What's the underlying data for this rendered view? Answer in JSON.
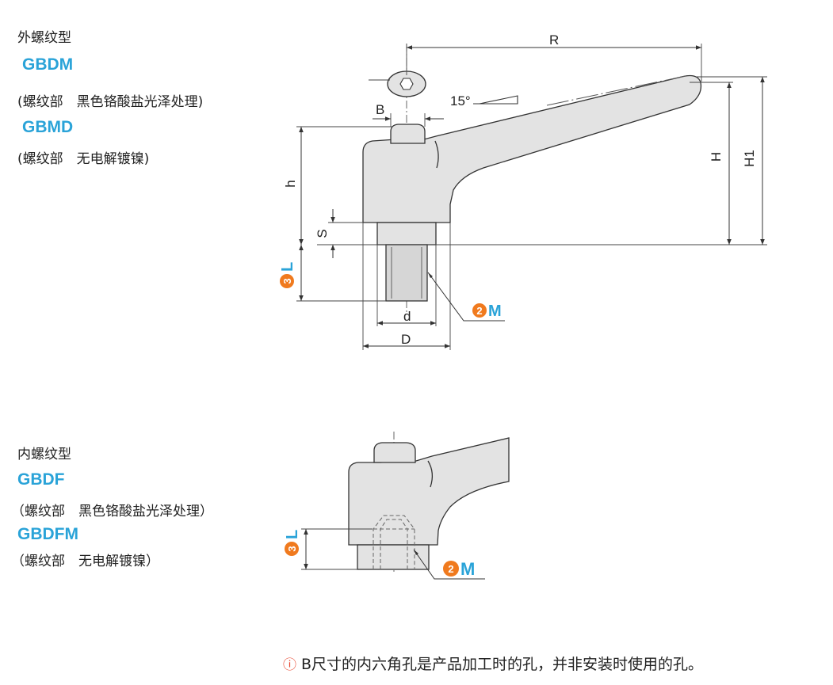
{
  "external": {
    "type_label": "外螺纹型",
    "code1": "GBDM",
    "desc1": "(螺纹部　黑色铬酸盐光泽处理)",
    "code2": "GBMD",
    "desc2": "(螺纹部　无电解镀镍)"
  },
  "internal": {
    "type_label": "内螺纹型",
    "code1": "GBDF",
    "desc1": "（螺纹部　黑色铬酸盐光泽处理）",
    "code2": "GBDFM",
    "desc2": "（螺纹部　无电解镀镍）"
  },
  "dims": {
    "R": "R",
    "B": "B",
    "angle": "15°",
    "H": "H",
    "H1": "H1",
    "h": "h",
    "S": "S",
    "d": "d",
    "D": "D",
    "L": "L",
    "M": "M",
    "num_L": "3",
    "num_M": "2"
  },
  "colors": {
    "accent_blue": "#2aa3d8",
    "badge_orange": "#f07a1e",
    "part_fill": "#e3e3e3"
  },
  "note": {
    "icon": "warning-circle-icon",
    "text": "B尺寸的内六角孔是产品加工时的孔，并非安装时使用的孔。"
  }
}
